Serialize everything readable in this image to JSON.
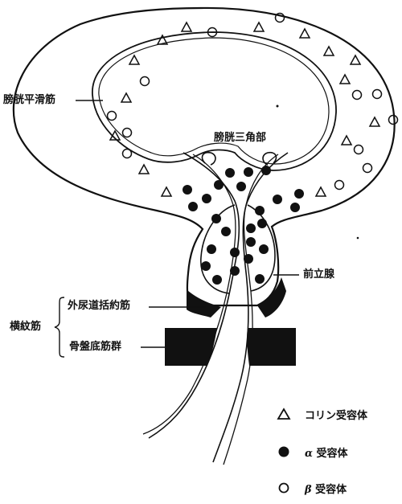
{
  "labels": {
    "bladder_smooth_muscle": "膀胱平滑筋",
    "trigone": "膀胱三角部",
    "prostate": "前立腺",
    "external_sphincter": "外尿道括約筋",
    "striated_muscle": "横紋筋",
    "pelvic_floor": "骨盤底筋群"
  },
  "legend": {
    "items": [
      {
        "symbol": "triangle-icon",
        "label": "コリン受容体"
      },
      {
        "symbol": "filled-dot-icon",
        "greek": "α",
        "label": "受容体"
      },
      {
        "symbol": "open-circle-icon",
        "greek": "β",
        "label": "受容体"
      }
    ]
  },
  "colors": {
    "ink": "#111111",
    "background": "#ffffff"
  }
}
